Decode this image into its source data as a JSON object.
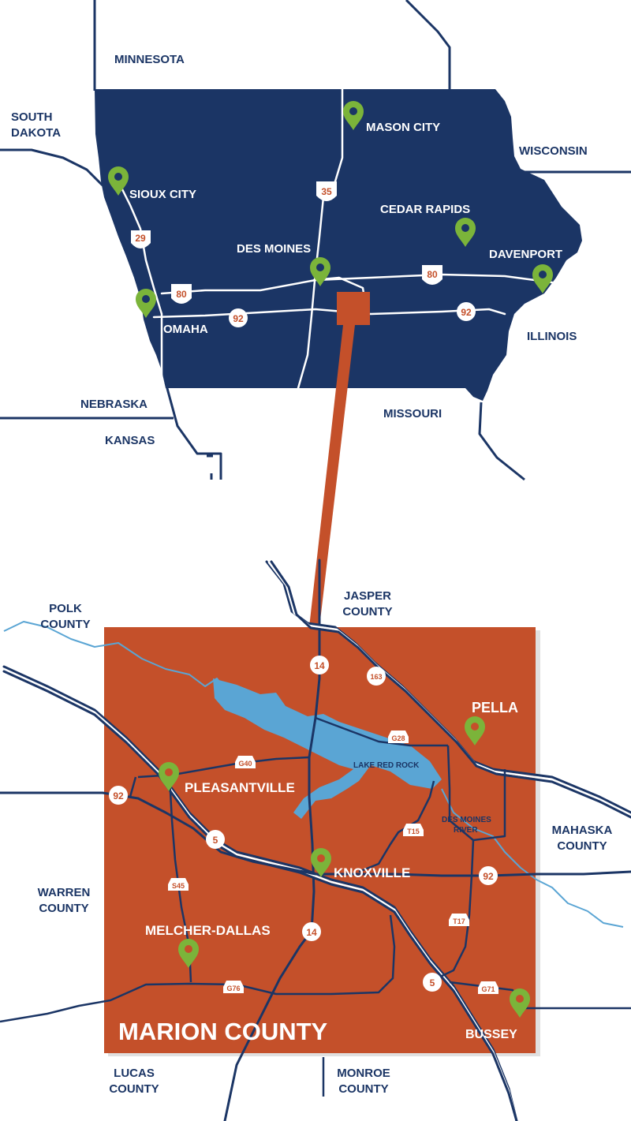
{
  "colors": {
    "navy": "#1b3565",
    "orange": "#c4502a",
    "green": "#7bb43a",
    "lake": "#5aa5d4",
    "white": "#ffffff"
  },
  "state_map": {
    "states": {
      "minnesota": "MINNESOTA",
      "south_dakota_1": "SOUTH",
      "south_dakota_2": "DAKOTA",
      "wisconsin": "WISCONSIN",
      "illinois": "ILLINOIS",
      "nebraska": "NEBRASKA",
      "kansas": "KANSAS",
      "missouri": "MISSOURI"
    },
    "cities": {
      "mason_city": "MASON CITY",
      "sioux_city": "SIOUX CITY",
      "cedar_rapids": "CEDAR RAPIDS",
      "des_moines": "DES MOINES",
      "davenport": "DAVENPORT",
      "omaha": "OMAHA"
    },
    "highways": {
      "i35": "35",
      "us29": "29",
      "i80_west": "80",
      "i80_east": "80",
      "us92_west": "92",
      "us92_east": "92"
    }
  },
  "county_map": {
    "title": "MARION COUNTY",
    "counties": {
      "jasper_1": "JASPER",
      "jasper_2": "COUNTY",
      "polk_1": "POLK",
      "polk_2": "COUNTY",
      "mahaska_1": "MAHASKA",
      "mahaska_2": "COUNTY",
      "warren_1": "WARREN",
      "warren_2": "COUNTY",
      "lucas_1": "LUCAS",
      "lucas_2": "COUNTY",
      "monroe_1": "MONROE",
      "monroe_2": "COUNTY"
    },
    "cities": {
      "pella": "PELLA",
      "pleasantville": "PLEASANTVILLE",
      "knoxville": "KNOXVILLE",
      "melcher_dallas": "MELCHER-DALLAS",
      "bussey": "BUSSEY"
    },
    "water": {
      "lake_red_rock": "LAKE RED ROCK",
      "river_1": "DES MOINES",
      "river_2": "RIVER"
    },
    "highways": {
      "hwy14_north": "14",
      "hwy163": "163",
      "g28": "G28",
      "g40": "G40",
      "hwy92_west": "92",
      "hwy5_west": "5",
      "t15": "T15",
      "hwy92_east": "92",
      "s45": "S45",
      "t17": "T17",
      "hwy14_south": "14",
      "hwy5_south": "5",
      "g71": "G71",
      "g76": "G76"
    }
  }
}
